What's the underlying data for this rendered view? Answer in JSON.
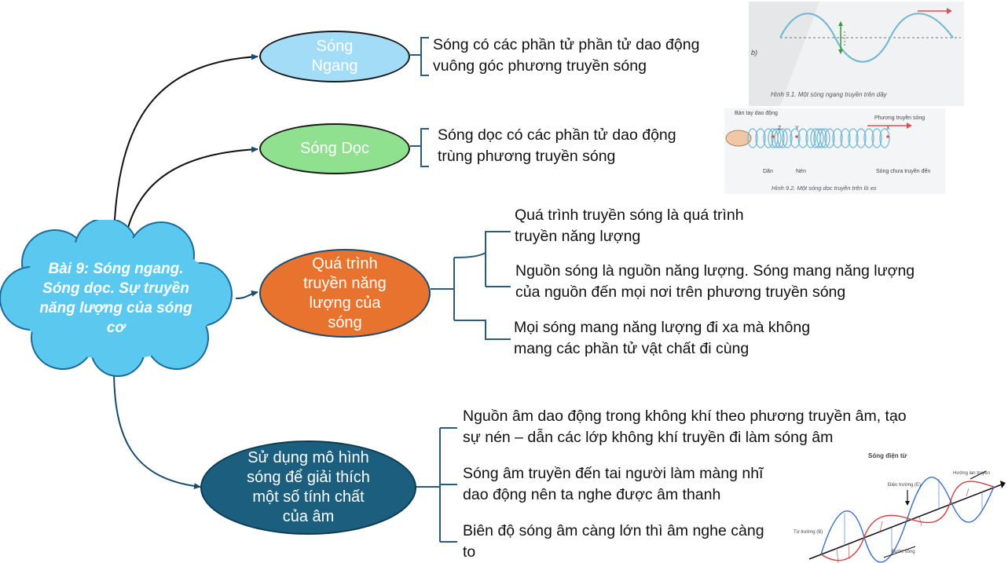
{
  "center": {
    "label": "Bài 9: Sóng ngang. Sóng dọc. Sự truyền năng lượng của sóng cơ",
    "fill": "#5bc8ef"
  },
  "branches": [
    {
      "label": "Sóng Ngang",
      "fill": "#a3dcf7",
      "notes": [
        "Sóng có các phần tử phần tử dao động vuông góc phương truyền sóng"
      ]
    },
    {
      "label": "Sóng Dọc",
      "fill": "#8fe08f",
      "notes": [
        "Sóng dọc có các phần tử dao động trùng phương truyền sóng"
      ]
    },
    {
      "label": "Quá trình truyền năng lượng của sóng",
      "fill": "#e8732f",
      "notes": [
        "Quá trình truyền sóng là quá trình truyền năng lượng",
        "Nguồn sóng là nguồn năng lượng. Sóng mang năng lượng của nguồn đến mọi nơi trên phương truyền sóng",
        "Mọi sóng mang năng lượng đi xa mà không mang các phần tử vật chất đi cùng"
      ]
    },
    {
      "label": "Sử dụng mô hình sóng để giải thích một số tính chất của âm",
      "fill": "#1b5e7e",
      "notes": [
        "Nguồn âm dao động trong không khí theo phương truyền âm, tạo sự nén – dẫn các lớp không khí truyền đi làm sóng âm",
        "Sóng âm truyền đến tai người làm màng nhĩ dao động nên ta nghe được âm thanh",
        "Biên độ sóng âm càng lớn thì âm nghe càng to"
      ]
    }
  ],
  "figures": {
    "fig1": {
      "caption": "Hình 9.1. Một sóng ngang truyền trên dây",
      "tag": "b)"
    },
    "fig2": {
      "caption": "Hình 9.2. Một sóng dọc truyền trên lò xo",
      "labels": {
        "hand": "Bàn tay dao động",
        "z": "Z",
        "y": "Y",
        "x": "X",
        "dir": "Phương truyền sóng",
        "dan": "Dãn",
        "nen": "Nén",
        "not_yet": "Sóng chưa truyền đến"
      }
    },
    "fig3": {
      "title": "Sóng điện từ",
      "labels": {
        "e_field": "Điện trường (E)",
        "direction": "Hướng lan truyền",
        "b_field": "Từ trường (B)",
        "wavelength": "Bước sóng"
      }
    }
  },
  "colors": {
    "connector": "#1a4a6e",
    "bracket": "#2a5b7a",
    "wave": "#6fb7d4",
    "arrow_red": "#e05050"
  }
}
